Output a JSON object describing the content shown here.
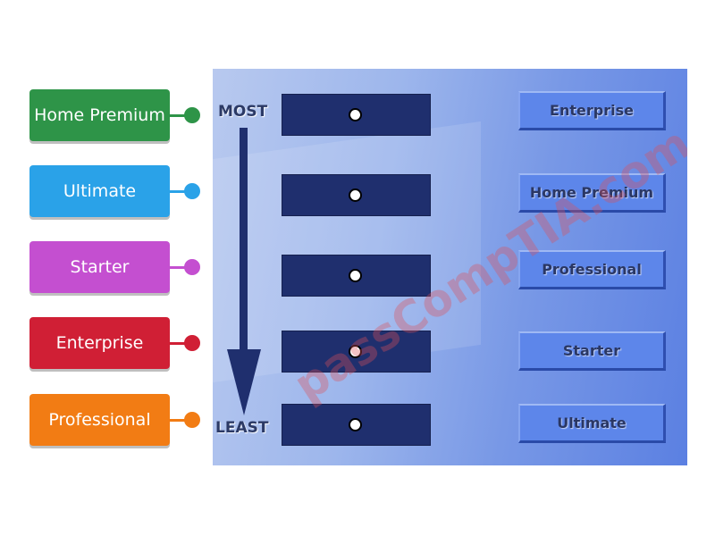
{
  "draggables": [
    {
      "label": "Home Premium",
      "color": "#2e9448"
    },
    {
      "label": "Ultimate",
      "color": "#2aa2e8"
    },
    {
      "label": "Starter",
      "color": "#c44fd0"
    },
    {
      "label": "Enterprise",
      "color": "#d01f35"
    },
    {
      "label": "Professional",
      "color": "#f27c14"
    }
  ],
  "scale": {
    "top": "MOST",
    "bottom": "LEAST"
  },
  "options": [
    "Enterprise",
    "Home Premium",
    "Professional",
    "Starter",
    "Ultimate"
  ],
  "watermark": "passCompTIA.com"
}
